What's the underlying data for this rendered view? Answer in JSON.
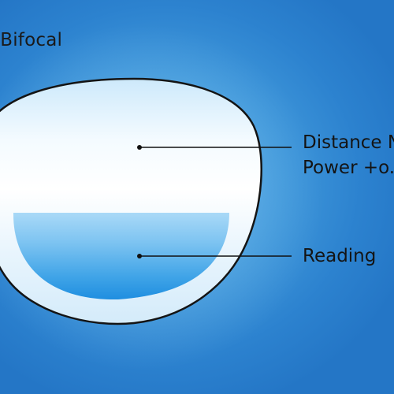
{
  "diagram": {
    "title": "...s Bifocal",
    "labels": {
      "distance": "Distance N",
      "power": "Power +o.",
      "reading": "Reading"
    }
  }
}
